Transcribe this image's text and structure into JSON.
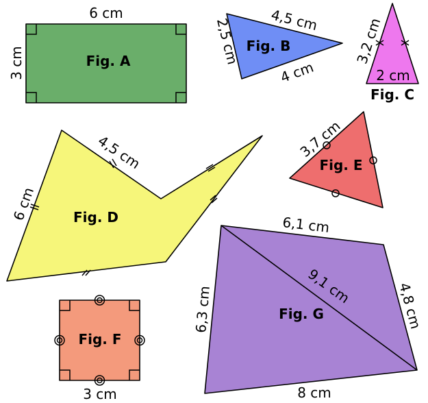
{
  "figures": {
    "a": {
      "name": "Fig. A",
      "width_label": "6 cm",
      "height_label": "3 cm",
      "color": "#6aae6a"
    },
    "b": {
      "name": "Fig. B",
      "top_label": "4,5 cm",
      "left_label": "2,5 cm",
      "bottom_label": "4 cm",
      "color": "#6f8ef5"
    },
    "c": {
      "name": "Fig. C",
      "side_label": "3,2 cm",
      "base_label": "2 cm",
      "color": "#ee78ee"
    },
    "d": {
      "name": "Fig. D",
      "top_label": "4,5 cm",
      "left_label": "6 cm",
      "color": "#f6f67a"
    },
    "e": {
      "name": "Fig. E",
      "side_label": "3,7 cm",
      "color": "#ee6e6e"
    },
    "f": {
      "name": "Fig. F",
      "side_label": "3 cm",
      "color": "#f49a7c"
    },
    "g": {
      "name": "Fig. G",
      "top_label": "6,1 cm",
      "left_label": "6,3 cm",
      "right_label": "4,8 cm",
      "bottom_label": "8 cm",
      "diagonal_label": "9,1 cm",
      "color": "#a883d4"
    }
  }
}
